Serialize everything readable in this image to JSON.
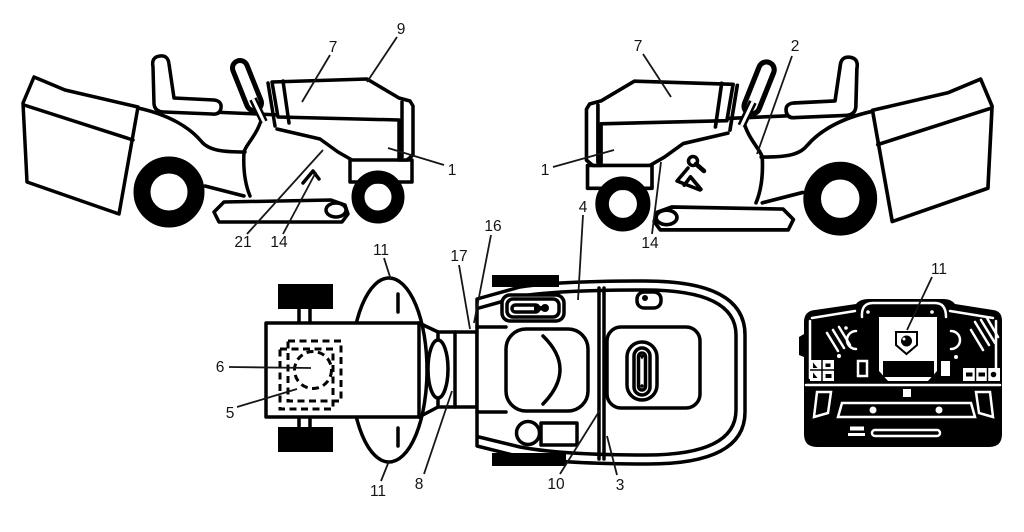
{
  "figure": {
    "type": "technical line diagram",
    "subject": "Lawn tractor decal location diagram",
    "background_color": "#ffffff",
    "line_color": "#000000"
  },
  "views": [
    {
      "id": "side-left",
      "label": "left side view"
    },
    {
      "id": "side-right",
      "label": "right side view"
    },
    {
      "id": "top",
      "label": "top view"
    },
    {
      "id": "rear",
      "label": "rear view"
    }
  ],
  "callouts": [
    {
      "label": "9",
      "view": "side-left"
    },
    {
      "label": "7",
      "view": "side-left"
    },
    {
      "label": "1",
      "view": "side-left"
    },
    {
      "label": "21",
      "view": "side-left"
    },
    {
      "label": "14",
      "view": "side-left"
    },
    {
      "label": "7",
      "view": "side-right"
    },
    {
      "label": "2",
      "view": "side-right"
    },
    {
      "label": "1",
      "view": "side-right"
    },
    {
      "label": "14",
      "view": "side-right"
    },
    {
      "label": "4",
      "view": "top"
    },
    {
      "label": "16",
      "view": "top"
    },
    {
      "label": "17",
      "view": "top"
    },
    {
      "label": "11",
      "view": "top"
    },
    {
      "label": "6",
      "view": "top"
    },
    {
      "label": "5",
      "view": "top"
    },
    {
      "label": "11",
      "view": "top"
    },
    {
      "label": "8",
      "view": "top"
    },
    {
      "label": "10",
      "view": "top"
    },
    {
      "label": "3",
      "view": "top"
    },
    {
      "label": "11",
      "view": "rear"
    }
  ]
}
